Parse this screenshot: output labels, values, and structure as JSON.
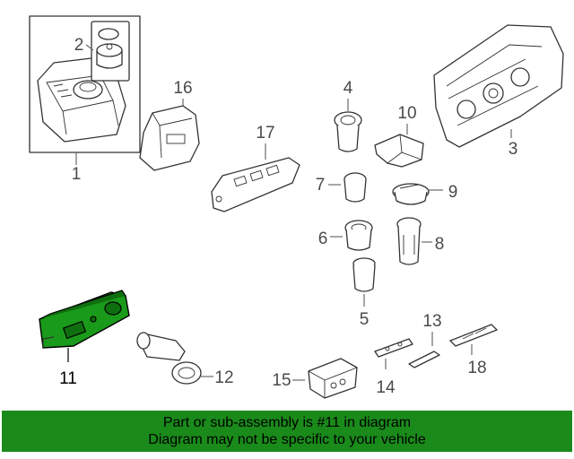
{
  "callouts": {
    "c1": "1",
    "c2": "2",
    "c3": "3",
    "c4": "4",
    "c5": "5",
    "c6": "6",
    "c7": "7",
    "c8": "8",
    "c9": "9",
    "c10": "10",
    "c11": "11",
    "c12": "12",
    "c13": "13",
    "c14": "14",
    "c15": "15",
    "c16": "16",
    "c17": "17",
    "c18": "18"
  },
  "highlighted_part": "11",
  "colors": {
    "highlight": "#1a9a1a",
    "banner": "#1a8a1a"
  },
  "banner": {
    "line1": "Part or sub-assembly is #11 in diagram",
    "line2": "Diagram may not be specific to your vehicle"
  }
}
